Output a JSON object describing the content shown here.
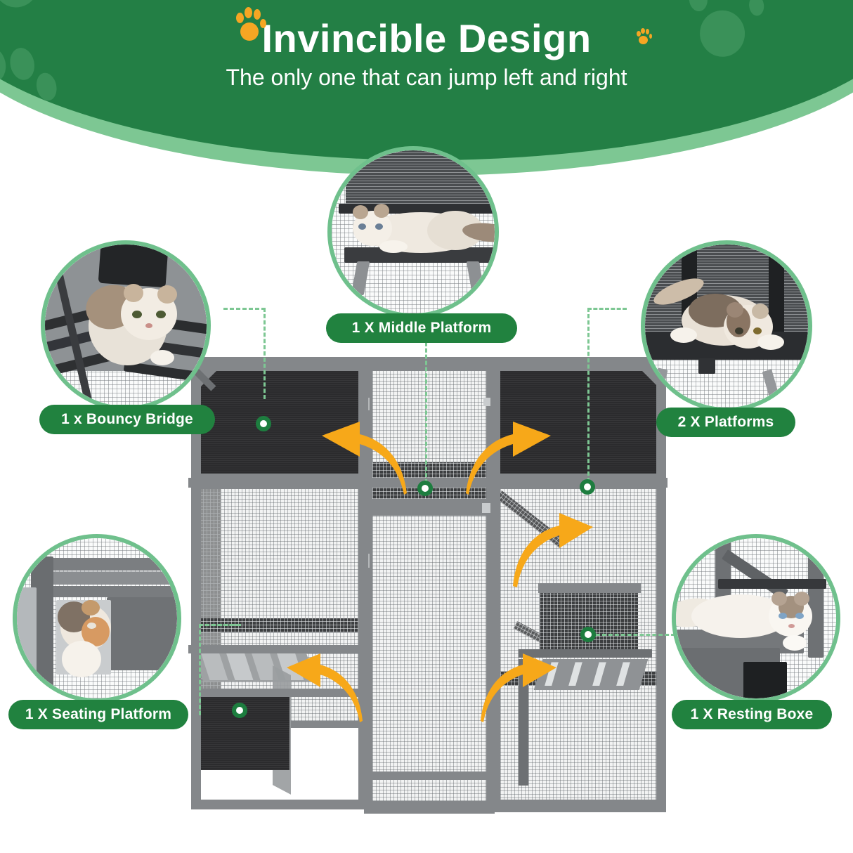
{
  "header": {
    "title": "Invincible Design",
    "subtitle": "The only one that can jump left and right",
    "paw_icon_left": "paw-print-icon",
    "paw_icon_in_letter": "paw-print-icon",
    "bg_color": "#237f45",
    "band_color": "#7dc793",
    "accent_color": "#f5a623",
    "text_color": "#ffffff"
  },
  "callouts": [
    {
      "id": "bouncy-bridge",
      "label": "1 x Bouncy Bridge",
      "photo_alt": "Calico cat standing on slatted bouncy bridge inside catio",
      "position": "top-left"
    },
    {
      "id": "middle-platform",
      "label": "1 X Middle Platform",
      "photo_alt": "Ragdoll cat lying stretched on middle platform shelf",
      "position": "top-center"
    },
    {
      "id": "platforms",
      "label": "2 X Platforms",
      "photo_alt": "Calico cat crouching on dark upper platform",
      "position": "top-right"
    },
    {
      "id": "seating-platform",
      "label": "1 X Seating Platform",
      "photo_alt": "Cat peeking out from under wooden seating platform",
      "position": "bottom-left"
    },
    {
      "id": "resting-boxe",
      "label": "1 X Resting Boxe",
      "photo_alt": "White ragdoll cat resting on top of grey resting box",
      "position": "bottom-right"
    }
  ],
  "product": {
    "alt": "Large grey wooden cat catio enclosure with wire mesh panels, ramps, platforms and resting box",
    "frame_color": "#84878a",
    "panel_color": "#2b2b2d",
    "mesh_color": "#f2f3f3"
  },
  "arrows": {
    "color": "#f7a819",
    "count": 4,
    "items": [
      {
        "id": "arrow-jump-left-upper",
        "direction": "left"
      },
      {
        "id": "arrow-jump-right-upper",
        "direction": "right"
      },
      {
        "id": "arrow-jump-left-lower",
        "direction": "left"
      },
      {
        "id": "arrow-jump-right-lower",
        "direction": "right"
      }
    ]
  },
  "connectors": {
    "color": "#7dc793",
    "dot_ring_color": "#1d7d3f",
    "dot_fill": "#ffffff"
  }
}
